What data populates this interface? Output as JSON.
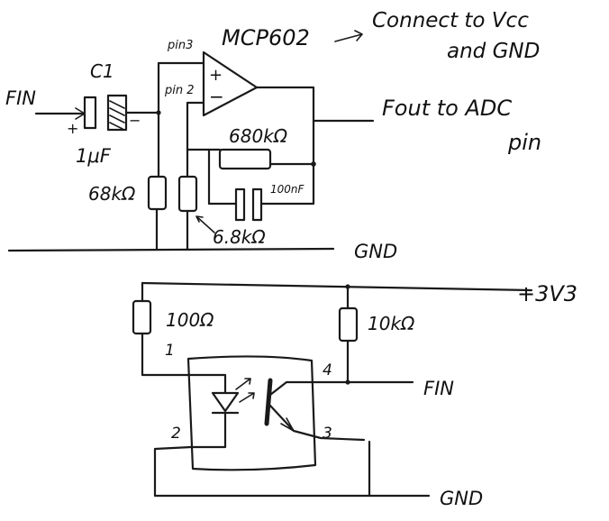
{
  "labels": {
    "chip": "MCP602",
    "connect_line1": "Connect to Vcc",
    "connect_line2": "and GND",
    "pin3": "pin3",
    "pin2": "pin 2",
    "plus": "+",
    "minus": "−",
    "fin_top": "FIN",
    "c1": "C1",
    "c1_value": "1μF",
    "r_feedback": "680kΩ",
    "fout_line1": "Fout to ADC",
    "fout_line2": "pin",
    "c_feedback": "100nF",
    "r_68k": "68kΩ",
    "r_6_8k": "6.8kΩ",
    "gnd_top": "GND",
    "v_supply": "+3V3",
    "r_100": "100Ω",
    "r_10k": "10kΩ",
    "pin_1": "1",
    "pin_2": "2",
    "pin_3": "3",
    "pin_4": "4",
    "fin_bottom": "FIN",
    "gnd_bottom": "GND"
  }
}
